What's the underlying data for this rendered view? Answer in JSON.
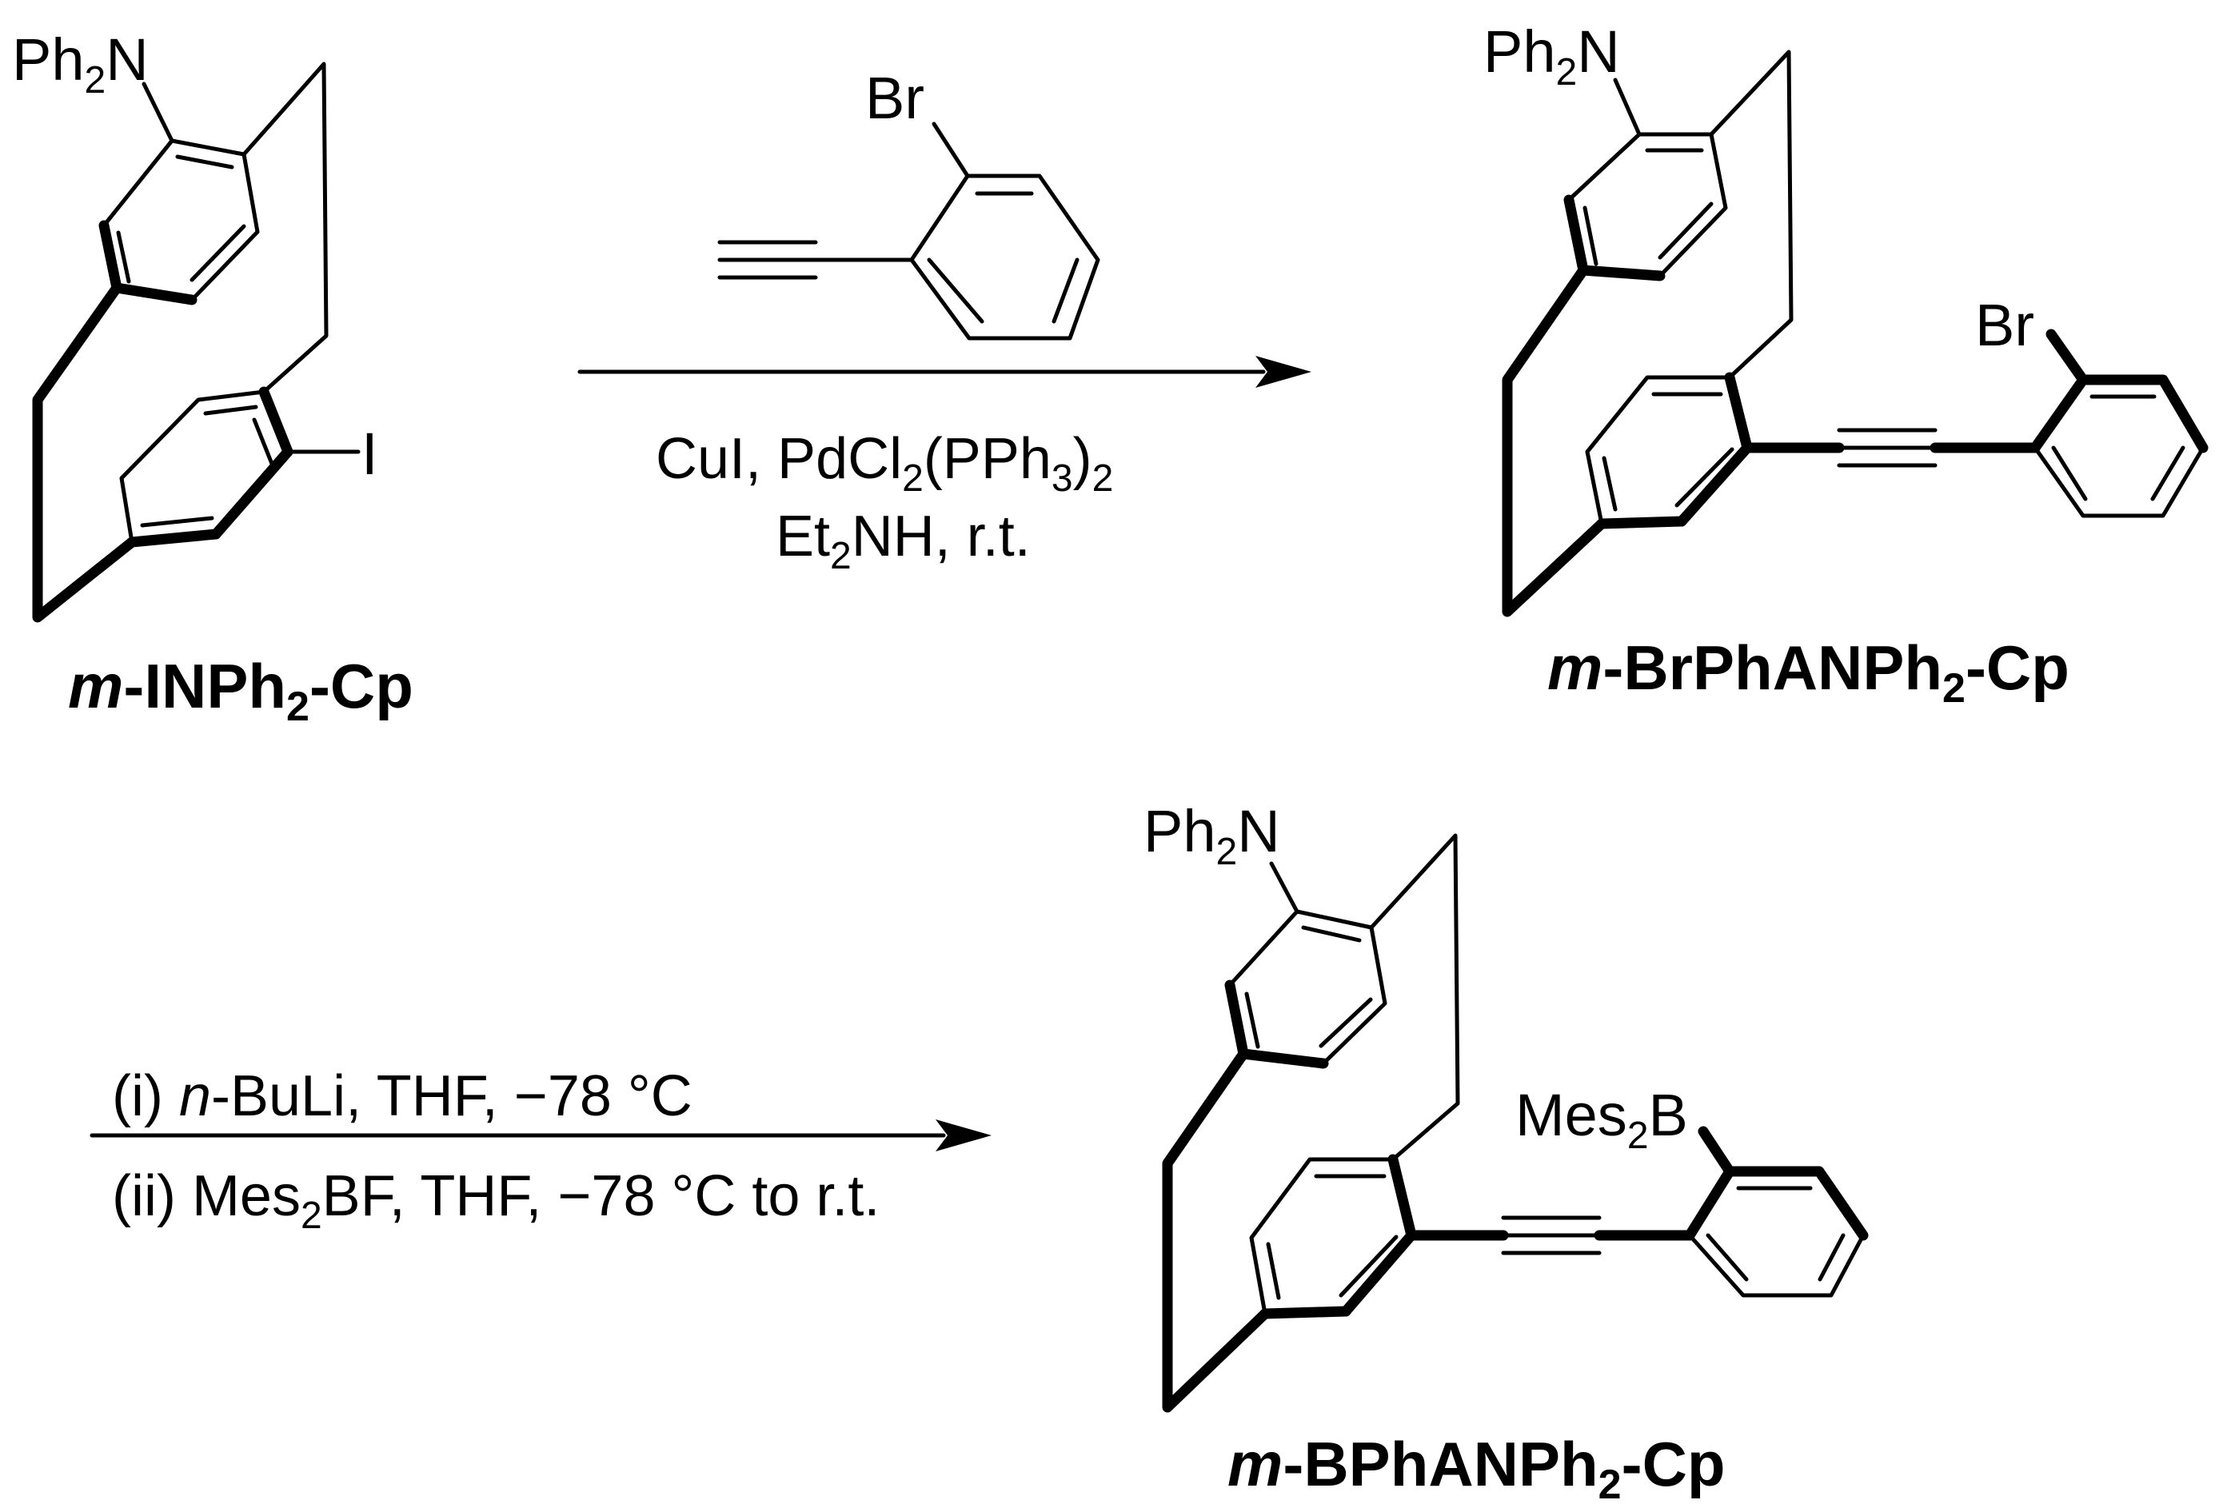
{
  "scheme": {
    "reagent": {
      "label": "Br"
    },
    "conditions_step1": {
      "line1": {
        "a": "CuI, PdCl",
        "b": "2",
        "c": "(PPh",
        "d": "3",
        "e": ")",
        "f": "2"
      },
      "line2": {
        "a": "Et",
        "b": "2",
        "c": "NH, r.t."
      }
    },
    "conditions_step2": {
      "line1": {
        "a": "(i) ",
        "b": "n",
        "c": "-BuLi, THF, −78 °C"
      },
      "line2": {
        "a": "(ii) Mes",
        "b": "2",
        "c": "BF, THF, −78 °C to r.t."
      }
    },
    "compound1": {
      "amine": {
        "a": "Ph",
        "b": "2",
        "c": "N"
      },
      "halogen": "I",
      "name": {
        "a": "m",
        "b": "-INPh",
        "c": "2",
        "d": "-Cp"
      }
    },
    "compound2": {
      "amine": {
        "a": "Ph",
        "b": "2",
        "c": "N"
      },
      "halogen": "Br",
      "name": {
        "a": "m",
        "b": "-BrPhANPh",
        "c": "2",
        "d": "-Cp"
      }
    },
    "compound3": {
      "amine": {
        "a": "Ph",
        "b": "2",
        "c": "N"
      },
      "boryl": {
        "a": "Mes",
        "b": "2",
        "c": "B"
      },
      "name": {
        "a": "m",
        "b": "-BPhANPh",
        "c": "2",
        "d": "-Cp"
      }
    }
  }
}
